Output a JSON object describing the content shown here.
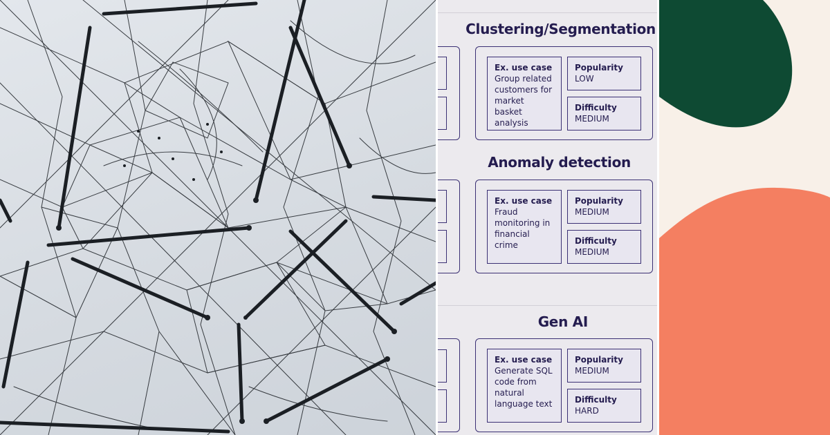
{
  "colors": {
    "title_text": "#241c4f",
    "card_border": "#3a2f73",
    "panel_bg": "#eceaee",
    "decor_bg": "#f8f0e8",
    "green_blob": "#0e4a33",
    "coral_blob": "#f47f61"
  },
  "photo": {
    "icon": "string-network-photo"
  },
  "sections": [
    {
      "title": "Clustering/Segmentation",
      "use_case_label": "Ex. use case",
      "use_case_lines": [
        "Group related",
        "customers for",
        "market basket",
        "analysis"
      ],
      "popularity_label": "Popularity",
      "popularity_value": "LOW",
      "difficulty_label": "Difficulty",
      "difficulty_value": "MEDIUM"
    },
    {
      "title": "Anomaly detection",
      "use_case_label": "Ex. use case",
      "use_case_lines": [
        "Fraud",
        "monitoring in",
        "financial",
        "crime"
      ],
      "popularity_label": "Popularity",
      "popularity_value": "MEDIUM",
      "difficulty_label": "Difficulty",
      "difficulty_value": "MEDIUM"
    },
    {
      "title": "Gen AI",
      "use_case_label": "Ex. use case",
      "use_case_lines": [
        "Generate SQL",
        "code from",
        "natural",
        "language text"
      ],
      "popularity_label": "Popularity",
      "popularity_value": "MEDIUM",
      "difficulty_label": "Difficulty",
      "difficulty_value": "HARD"
    }
  ]
}
